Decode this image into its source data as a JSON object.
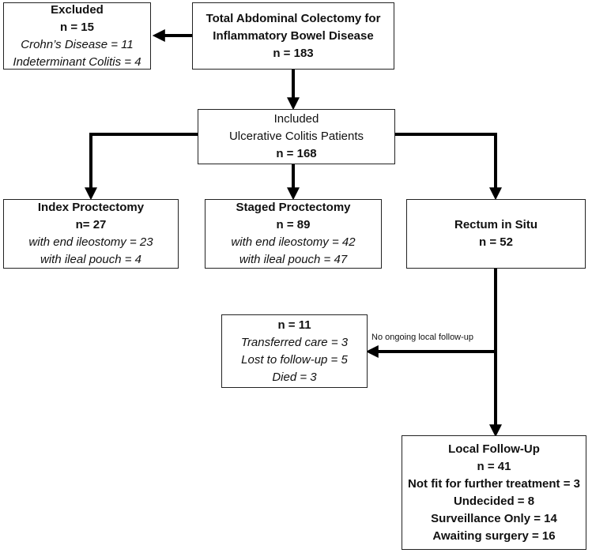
{
  "excluded": {
    "title": "Excluded",
    "n": "n = 15",
    "lines": [
      "Crohn’s Disease = 11",
      "Indeterminant Colitis = 4"
    ]
  },
  "total": {
    "title_line1": "Total Abdominal Colectomy for",
    "title_line2": "Inflammatory Bowel Disease",
    "n": "n = 183"
  },
  "included": {
    "title": "Included",
    "subtitle": "Ulcerative Colitis Patients",
    "n": "n = 168"
  },
  "index_proctectomy": {
    "title": "Index Proctectomy",
    "n": "n= 27",
    "lines": [
      "with end ileostomy = 23",
      "with ileal pouch = 4"
    ]
  },
  "staged_proctectomy": {
    "title": "Staged Proctectomy",
    "n": "n = 89",
    "lines": [
      "with end ileostomy = 42",
      "with ileal pouch = 47"
    ]
  },
  "rectum_in_situ": {
    "title": "Rectum in Situ",
    "n": "n = 52"
  },
  "no_followup": {
    "n": "n = 11",
    "lines": [
      "Transferred care = 3",
      "Lost to follow-up = 5",
      "Died = 3"
    ],
    "edge_label": "No ongoing local follow-up"
  },
  "local_followup": {
    "title": "Local Follow-Up",
    "n": "n = 41",
    "lines": [
      "Not fit for further treatment = 3",
      "Undecided = 8",
      "Surveillance Only = 14",
      "Awaiting surgery = 16"
    ]
  },
  "colors": {
    "line": "#000000",
    "box_border": "#222222"
  }
}
